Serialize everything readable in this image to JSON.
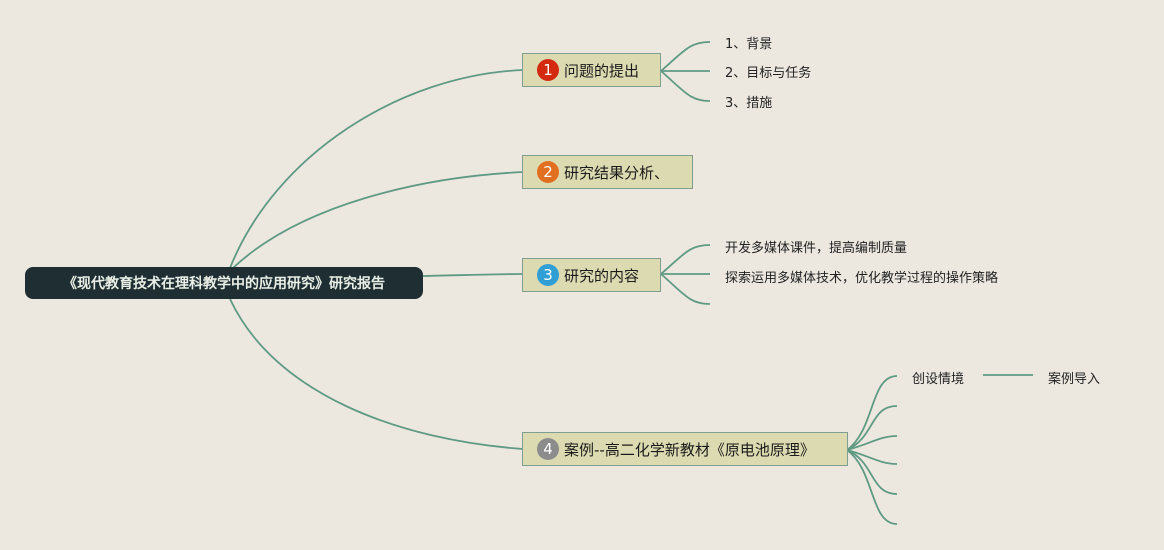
{
  "root": {
    "label": "《现代教育技术在理科教学中的应用研究》研究报告"
  },
  "colors": {
    "background": "#ece8e0",
    "root_fill": "#1e2e33",
    "topic_fill": "#dcdab0",
    "connector": "#5f9a83"
  },
  "topics": [
    {
      "number": "1",
      "label": "问题的提出",
      "badge_color": "#d42a10",
      "subtopics": [
        "1、背景",
        "2、目标与任务",
        "3、措施"
      ]
    },
    {
      "number": "2",
      "label": "研究结果分析、",
      "badge_color": "#e0701f",
      "subtopics": []
    },
    {
      "number": "3",
      "label": "研究的内容",
      "badge_color": "#2f9fd6",
      "subtopics": [
        "开发多媒体课件，提高编制质量",
        "探索运用多媒体技术，优化教学过程的操作策略",
        ""
      ]
    },
    {
      "number": "4",
      "label": "案例--高二化学新教材《原电池原理》",
      "badge_color": "#8c8c8c",
      "subtopics": [
        "创设情境",
        "",
        "",
        "",
        "",
        ""
      ],
      "detail": {
        "from": "创设情境",
        "label": "案例导入"
      }
    }
  ]
}
